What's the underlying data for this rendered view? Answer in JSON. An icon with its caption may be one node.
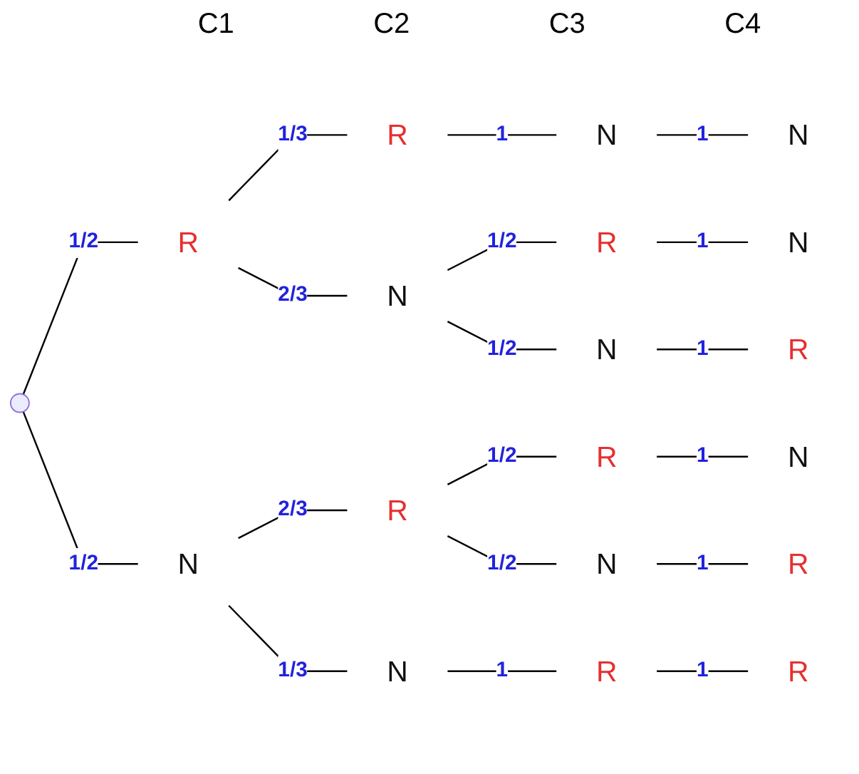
{
  "diagram": {
    "nodes": [
      {
        "text": [],
        "shape": "point"
      },
      {
        "text": [
          "R"
        ]
      },
      {
        "text": [
          "N"
        ]
      },
      {
        "text": [
          "R"
        ]
      },
      {
        "text": [
          "N"
        ]
      },
      {
        "text": [
          "R"
        ]
      },
      {
        "text": [
          "N"
        ]
      },
      {
        "text": [
          "N"
        ]
      },
      {
        "text": [
          "R"
        ]
      },
      {
        "text": [
          "N"
        ]
      },
      {
        "text": [
          "R"
        ]
      },
      {
        "text": [
          "N"
        ]
      },
      {
        "text": [
          "R"
        ]
      },
      {
        "text": [
          "N"
        ]
      },
      {
        "text": [
          "N"
        ]
      },
      {
        "text": [
          "R"
        ]
      },
      {
        "text": [
          "N"
        ]
      },
      {
        "text": [
          "R"
        ]
      },
      {
        "text": [
          "R"
        ]
      }
    ],
    "edges": [
      {
        "from": 0,
        "to": 1,
        "arrow": "none",
        "label": "1/2"
      },
      {
        "from": 0,
        "to": 2,
        "arrow": "none",
        "label": "1/2"
      },
      {
        "from": 1,
        "to": 3,
        "arrow": "none",
        "label": "1/3"
      },
      {
        "from": 1,
        "to": 4,
        "arrow": "none",
        "label": "2/3"
      },
      {
        "from": 2,
        "to": 5,
        "arrow": "none",
        "label": "2/3"
      },
      {
        "from": 2,
        "to": 6,
        "arrow": "none",
        "label": "1/3"
      },
      {
        "from": 3,
        "to": 7,
        "arrow": "none",
        "label": "1"
      },
      {
        "from": 4,
        "to": 8,
        "arrow": "none",
        "label": "1/2"
      },
      {
        "from": 4,
        "to": 9,
        "arrow": "none",
        "label": "1/2"
      },
      {
        "from": 5,
        "to": 10,
        "arrow": "none",
        "label": "1/2"
      },
      {
        "from": 5,
        "to": 11,
        "arrow": "none",
        "label": "1/2"
      },
      {
        "from": 6,
        "to": 12,
        "arrow": "none",
        "label": "1"
      },
      {
        "from": 7,
        "to": 13,
        "arrow": "none",
        "label": "1"
      },
      {
        "from": 8,
        "to": 14,
        "arrow": "none",
        "label": "1"
      },
      {
        "from": 9,
        "to": 15,
        "arrow": "none",
        "label": "1"
      },
      {
        "from": 10,
        "to": 16,
        "arrow": "none",
        "label": "1"
      },
      {
        "from": 11,
        "to": 17,
        "arrow": "none",
        "label": "1"
      },
      {
        "from": 12,
        "to": 18,
        "arrow": "none",
        "label": "1"
      }
    ],
    "labels": [
      "C1",
      "C2",
      "C3",
      "C4"
    ]
  }
}
